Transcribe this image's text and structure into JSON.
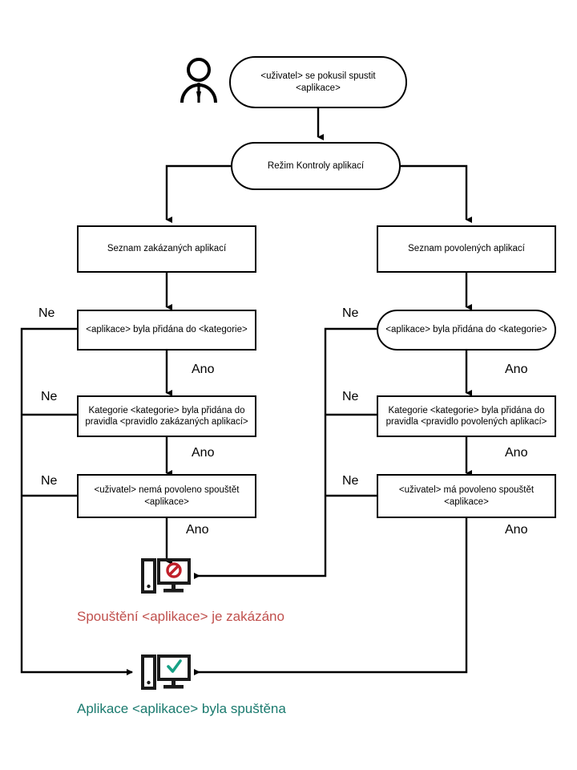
{
  "diagram": {
    "title_semantic": "application-control-flowchart",
    "actor": {
      "icon": "user-person-icon"
    },
    "nodes": {
      "start": {
        "text": "<uživatel> se pokusil spustit\n<aplikace>",
        "shape": "rounded"
      },
      "mode": {
        "text": "Režim Kontroly aplikací",
        "shape": "rounded"
      },
      "denylist": {
        "text": "Seznam zakázaných aplikací",
        "shape": "rect"
      },
      "allowlist": {
        "text": "Seznam povolených aplikací",
        "shape": "rect"
      },
      "deny_category": {
        "text": "<aplikace> byla přidána do <kategorie>",
        "shape": "rect"
      },
      "allow_category": {
        "text": "<aplikace> byla přidána do <kategorie>",
        "shape": "rounded"
      },
      "deny_rule": {
        "text": "Kategorie <kategorie> byla přidána do\npravidla <pravidlo zakázaných aplikací>",
        "shape": "rect"
      },
      "allow_rule": {
        "text": "Kategorie <kategorie> byla přidána do\npravidla <pravidlo povolených aplikací>",
        "shape": "rect"
      },
      "deny_user": {
        "text": "<uživatel> nemá povoleno spouštět\n<aplikace>",
        "shape": "rect"
      },
      "allow_user": {
        "text": "<uživatel> má povoleno spouštět\n<aplikace>",
        "shape": "rect"
      }
    },
    "edge_labels": {
      "no": "Ne",
      "yes": "Ano",
      "left_no_1": "Ne",
      "left_no_2": "Ne",
      "left_no_3": "Ne",
      "right_no_1": "Ne",
      "right_no_2": "Ne",
      "right_no_3": "Ne",
      "left_yes_1": "Ano",
      "left_yes_2": "Ano",
      "left_yes_3": "Ano",
      "right_yes_1": "Ano",
      "right_yes_2": "Ano",
      "right_yes_3": "Ano"
    },
    "outcomes": {
      "denied": {
        "icon": "computer-blocked-icon",
        "label": "Spouštění <aplikace> je zakázáno",
        "color": "#c0504d"
      },
      "allowed": {
        "icon": "computer-check-icon",
        "label": "Aplikace <aplikace> byla spuštěna",
        "color": "#1a7a6e"
      }
    },
    "colors": {
      "stroke": "#000000",
      "background": "#ffffff",
      "denied": "#c0504d",
      "allowed": "#1a7a6e"
    }
  }
}
